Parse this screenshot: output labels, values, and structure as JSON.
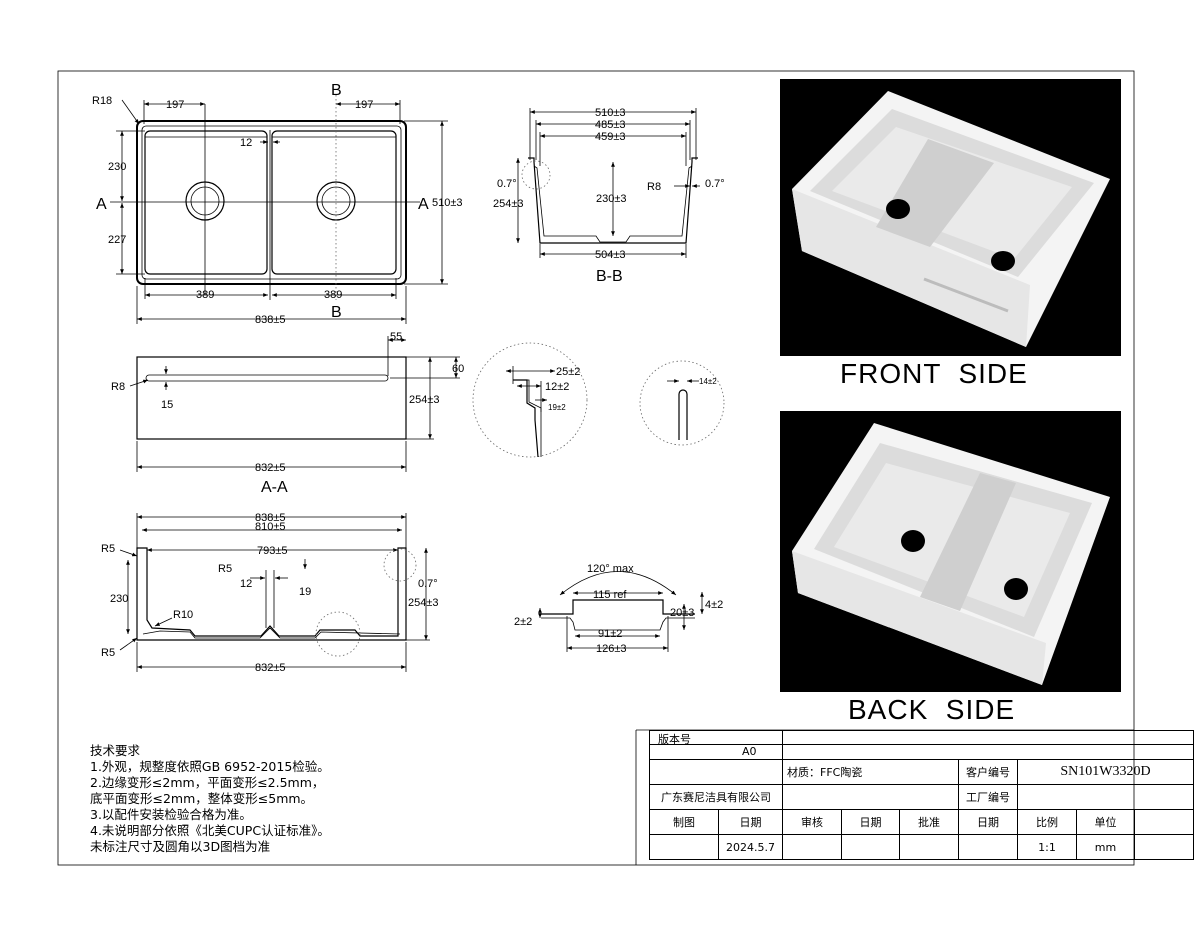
{
  "top_view": {
    "section_a": "A",
    "section_b": "B",
    "r18": "R18",
    "d197_left": "197",
    "d197_right": "197",
    "d12": "12",
    "d230": "230",
    "d227": "227",
    "d389_left": "389",
    "d389_right": "389",
    "d838": "838±5",
    "d510": "510±3"
  },
  "section_bb": {
    "d510": "510±3",
    "d485": "485±3",
    "d459": "459±3",
    "angle_left": "0.7°",
    "angle_right": "0.7°",
    "r8": "R8",
    "d254": "254±3",
    "d230": "230±3",
    "d504": "504±3",
    "title": "B-B"
  },
  "section_aa": {
    "d55": "55",
    "d60": "60",
    "r8": "R8",
    "d15": "15",
    "d254": "254±3",
    "d832": "832±5",
    "title": "A-A"
  },
  "detail_rim": {
    "d25": "25±2",
    "d12": "12±2",
    "d19": "19±2"
  },
  "detail_slot": {
    "d14": "14±2"
  },
  "front_section": {
    "d838": "838±5",
    "d810": "810±5",
    "d793": "793±5",
    "r5_top": "R5",
    "r5_mid": "R5",
    "r5_bottom": "R5",
    "d12": "12",
    "d19": "19",
    "d230": "230",
    "r10": "R10",
    "angle": "0.7°",
    "d254": "254±3",
    "d832": "832±5"
  },
  "drain_detail": {
    "angle": "120° max",
    "d115": "115 ref",
    "d4": "4±2",
    "d20": "20±3",
    "d2": "2±2",
    "d91": "91±2",
    "d126": "126±3"
  },
  "photos": {
    "front_label": "FRONT  SIDE",
    "back_label": "BACK  SIDE"
  },
  "notes": {
    "title": "技术要求",
    "lines": [
      "1.外观，规整度依照GB 6952-2015检验。",
      "2.边缘变形≤2mm，平面变形≤2.5mm，",
      "底平面变形≤2mm，整体变形≤5mm。",
      "3.以配件安装检验合格为准。",
      "4.未说明部分依照《北美CUPC认证标准》。",
      "未标注尺寸及圆角以3D图档为准"
    ]
  },
  "title_block": {
    "version_label": "版本号",
    "version_value": "A0",
    "material": "材质：FFC陶瓷",
    "customer_code_label": "客户编号",
    "customer_code_value": "SN101W3320D",
    "company": "广东赛尼洁具有限公司",
    "factory_code_label": "工厂编号",
    "drawn_label": "制图",
    "date_label_1": "日期",
    "review_label": "审核",
    "date_label_2": "日期",
    "approve_label": "批准",
    "date_label_3": "日期",
    "scale_label": "比例",
    "unit_label": "单位",
    "date_value": "2024.5.7",
    "scale_value": "1:1",
    "unit_value": "mm"
  }
}
